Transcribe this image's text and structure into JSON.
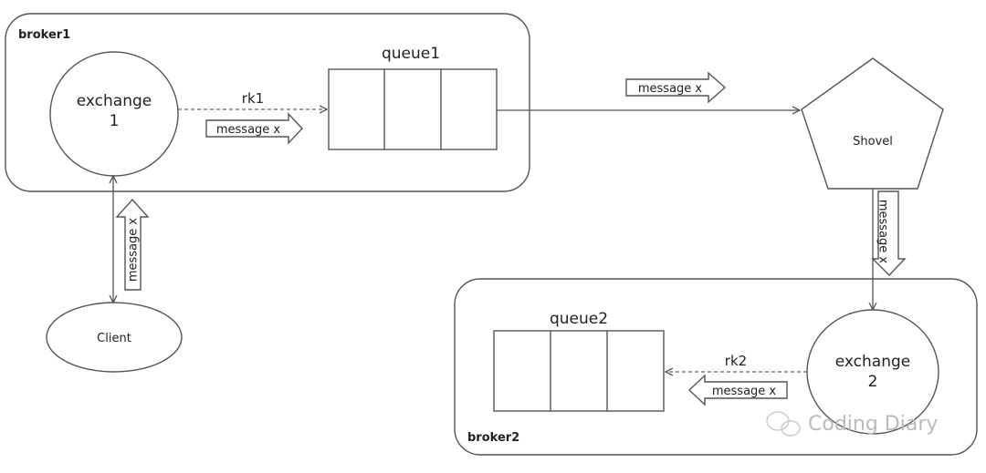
{
  "broker1": {
    "label": "broker1"
  },
  "broker2": {
    "label": "broker2"
  },
  "exchange1": {
    "line1": "exchange",
    "line2": "1"
  },
  "exchange2": {
    "line1": "exchange",
    "line2": "2"
  },
  "queue1": {
    "label": "queue1"
  },
  "queue2": {
    "label": "queue2"
  },
  "routing_key1": "rk1",
  "routing_key2": "rk2",
  "shovel": {
    "label": "Shovel"
  },
  "client": {
    "label": "Client"
  },
  "message_label": "message x",
  "watermark": "Coding Diary"
}
